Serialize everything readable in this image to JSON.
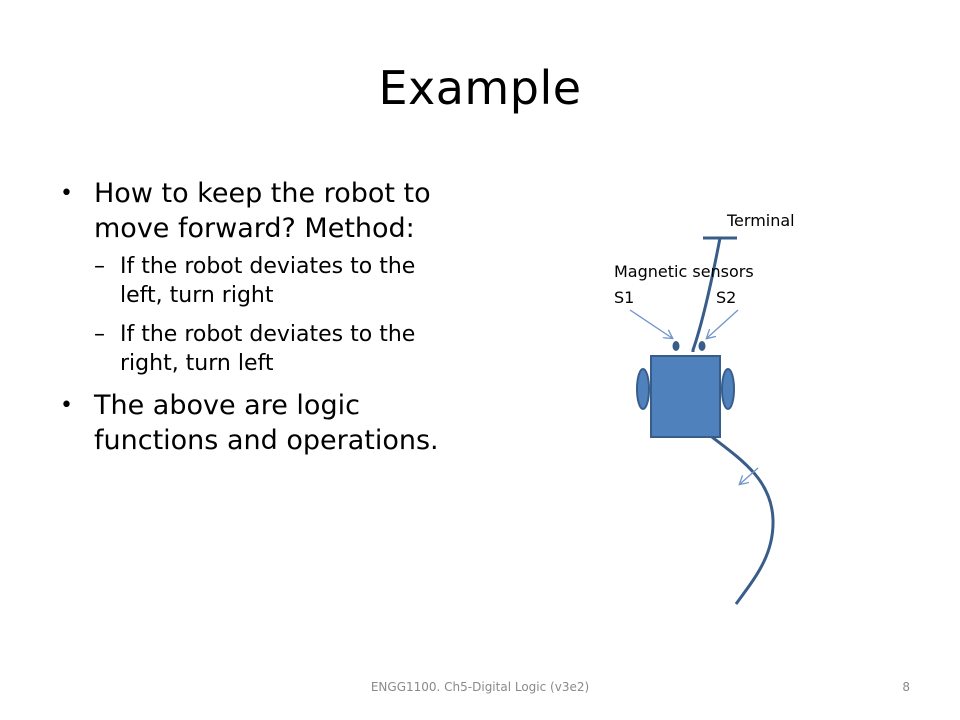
{
  "slide": {
    "title": "Example",
    "bullets": [
      {
        "text": "How to keep the robot to move forward? Method:",
        "sub": [
          "If the robot deviates to the left, turn right",
          "If the robot deviates to the right, turn left"
        ]
      },
      {
        "text": "The above are logic functions and operations."
      }
    ],
    "bullet_marker": "•",
    "sub_bullet_marker": "–"
  },
  "diagram": {
    "terminal_label": "Terminal",
    "sensors_label": "Magnetic sensors",
    "s1_label": "S1",
    "s2_label": "S2",
    "colors": {
      "body_fill": "#4f81bd",
      "body_stroke": "#385d8a",
      "track": "#385d8a",
      "arrow": "#7096c7"
    }
  },
  "footer": {
    "text": "ENGG1100. Ch5-Digital Logic (v3e2)",
    "page": "8"
  }
}
